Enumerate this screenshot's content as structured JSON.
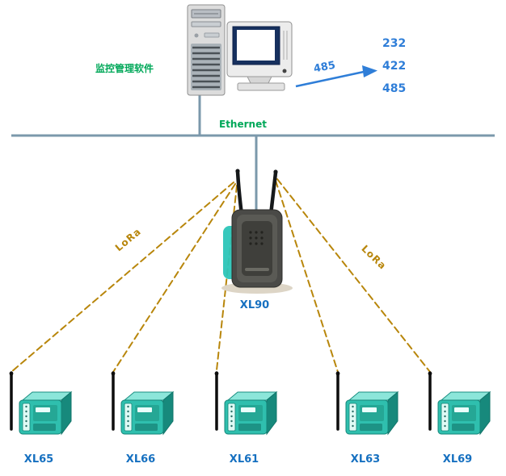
{
  "software_label": "监控管理软件",
  "ethernet_label": "Ethernet",
  "serial": {
    "arrow_label": "485",
    "options": [
      "232",
      "422",
      "485"
    ]
  },
  "gateway_label": "XL90",
  "lora_left_label": "LoRa",
  "lora_right_label": "LoRa",
  "lora_nodes": [
    {
      "label": "XL65"
    },
    {
      "label": "XL66"
    },
    {
      "label": "XL61"
    },
    {
      "label": "XL63"
    },
    {
      "label": "XL69"
    }
  ],
  "colors": {
    "bus_blue": "#7b98ab",
    "serial_blue": "#2f7ed8",
    "label_blue": "#1670c0",
    "green": "#00a859",
    "lora_gold": "#b8860b",
    "device_teal": "#2fbfae"
  }
}
